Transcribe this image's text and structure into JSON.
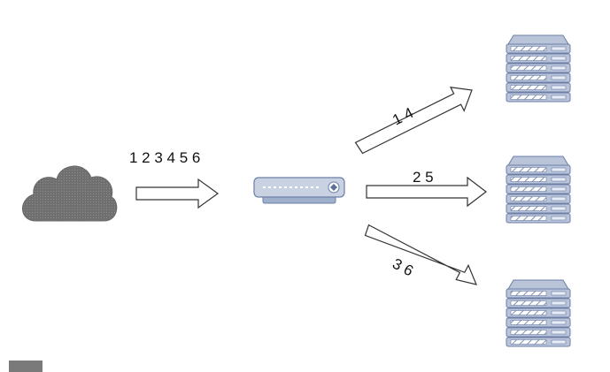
{
  "labels": {
    "incoming_sequence": "1 2 3 4 5 6",
    "route_top": "1 4",
    "route_middle": "2 5",
    "route_bottom": "3 6"
  },
  "icons": {
    "source": "cloud-icon",
    "balancer": "load-balancer-icon",
    "targets": [
      "server-rack-icon",
      "server-rack-icon",
      "server-rack-icon"
    ]
  },
  "colors": {
    "cloud": "#6e6e6e",
    "device_body": "#c8d2e3",
    "server_body": "#b9c4d9",
    "server_outline": "#6d7fa6",
    "arrow_stroke": "#333333"
  }
}
